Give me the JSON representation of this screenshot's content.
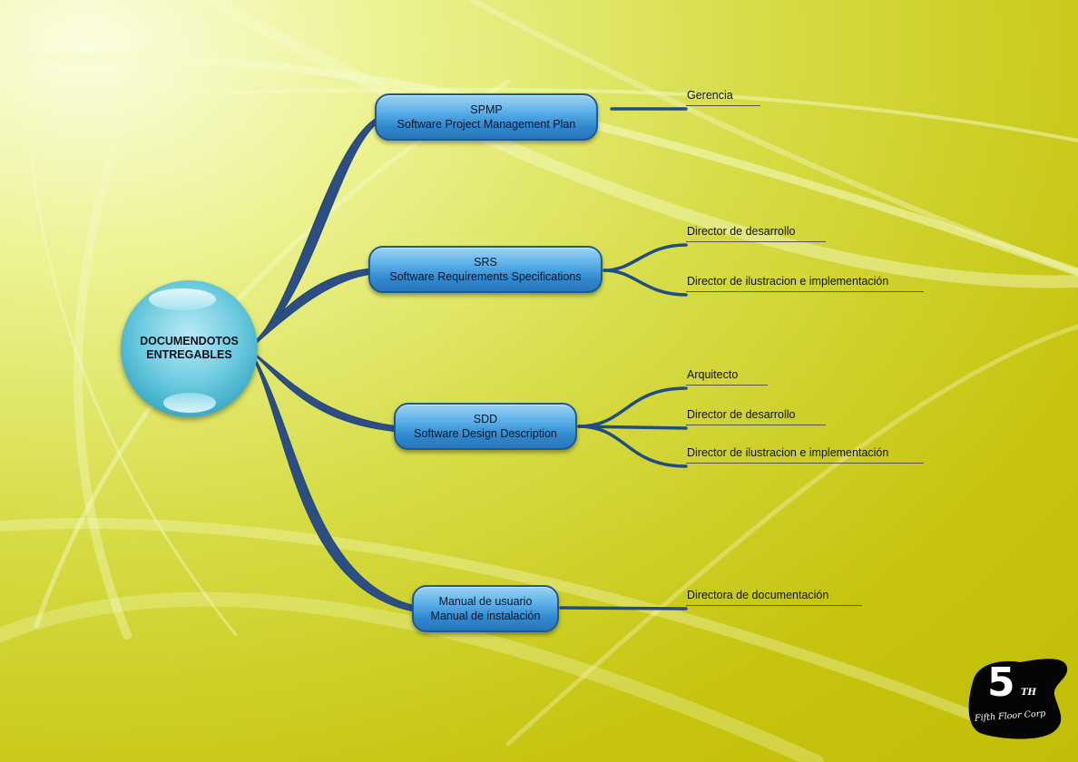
{
  "root": {
    "label": "DOCUMENDOTOS\nENTREGABLES"
  },
  "branches": [
    {
      "id": "spmp",
      "lines": [
        "SPMP",
        "Software Project Management Plan"
      ],
      "leaves": [
        "Gerencia"
      ]
    },
    {
      "id": "srs",
      "lines": [
        "SRS",
        "Software Requirements Specifications"
      ],
      "leaves": [
        "Director de desarrollo",
        "Director de ilustracion e implementación"
      ]
    },
    {
      "id": "sdd",
      "lines": [
        "SDD",
        "Software Design Description"
      ],
      "leaves": [
        "Arquitecto",
        "Director de desarrollo",
        "Director de ilustracion e implementación"
      ]
    },
    {
      "id": "manuales",
      "lines": [
        "Manual de usuario",
        "Manual de instalación"
      ],
      "leaves": [
        "Directora de documentación"
      ]
    }
  ],
  "logo": {
    "number": "5",
    "superscript": "TH",
    "tagline": "Fifth Floor Corp"
  },
  "colors": {
    "branch_stroke": "#2b4f85",
    "node_fill": "#3f97d9",
    "root_fill": "#4ab8d3",
    "background": "#c9c816"
  }
}
